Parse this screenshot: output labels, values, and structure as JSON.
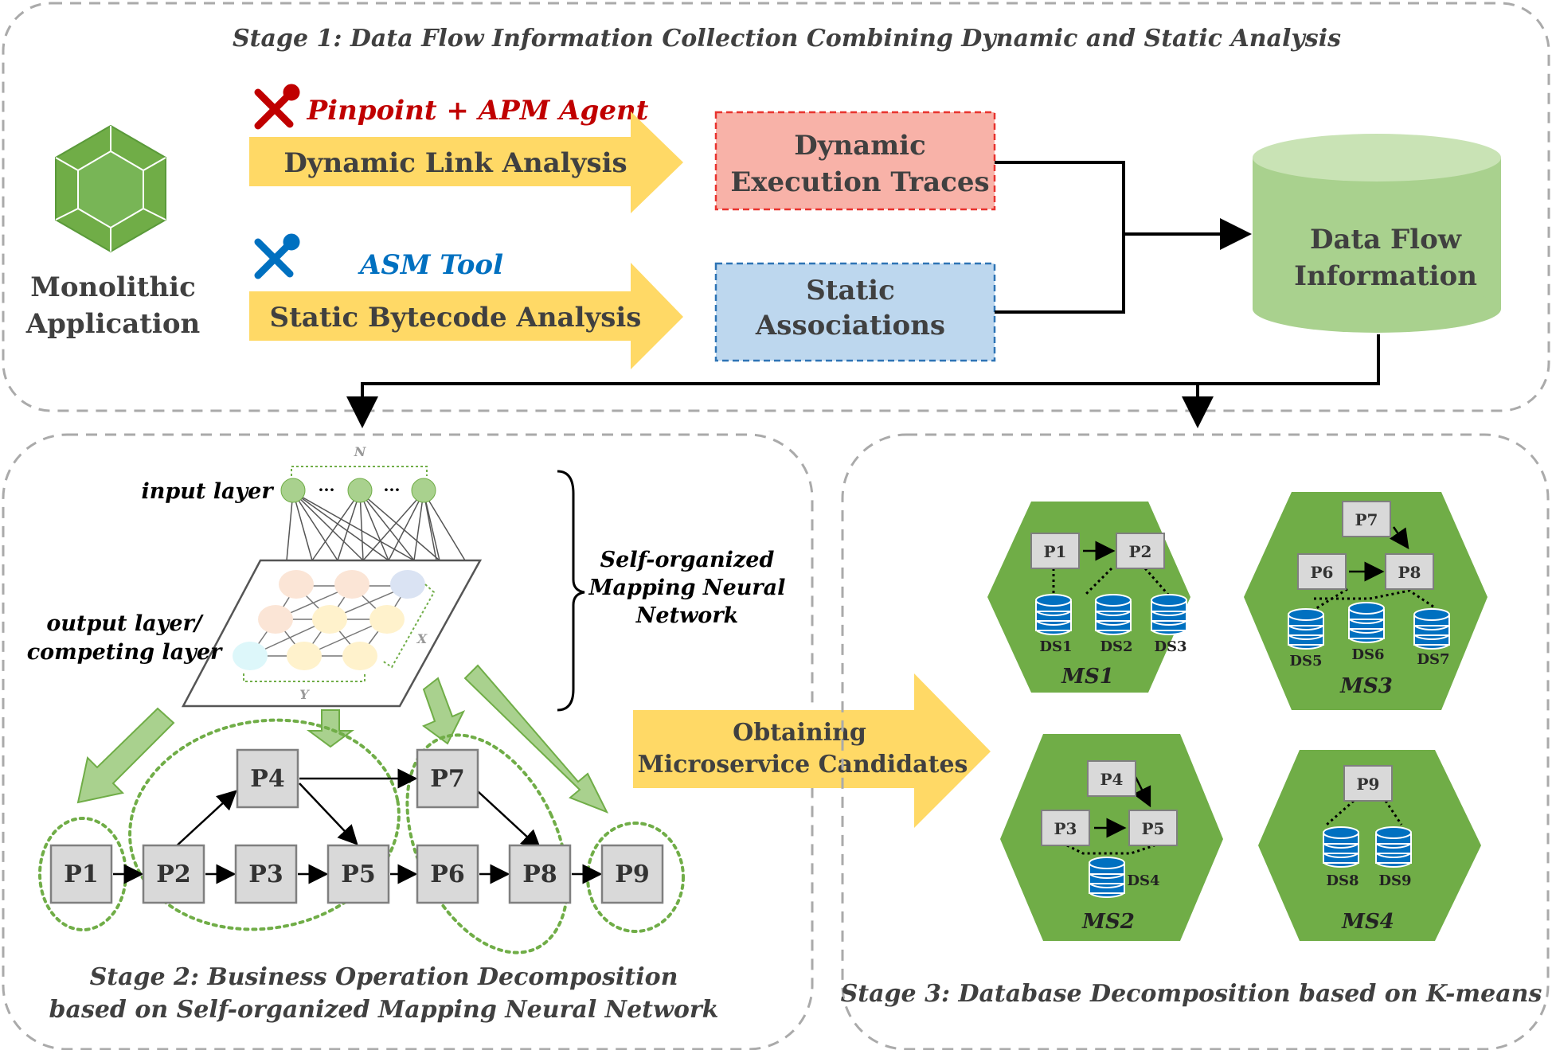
{
  "stage1": {
    "title": "Stage 1: Data Flow Information Collection Combining Dynamic and Static Analysis",
    "monolith_line1": "Monolithic",
    "monolith_line2": "Application",
    "dynamic_tool": "Pinpoint + APM Agent",
    "dynamic_arrow": "Dynamic Link Analysis",
    "static_tool": "ASM Tool",
    "static_arrow": "Static Bytecode Analysis",
    "dynamic_box_line1": "Dynamic",
    "dynamic_box_line2": "Execution Traces",
    "static_box_line1": "Static",
    "static_box_line2": "Associations",
    "db_line1": "Data Flow",
    "db_line2": "Information"
  },
  "stage2": {
    "title_line1": "Stage 2: Business Operation Decomposition",
    "title_line2": "based on Self-organized Mapping Neural Network",
    "input_layer": "input layer",
    "output_layer_line1": "output layer/",
    "output_layer_line2": "competing layer",
    "som_line1": "Self-organized",
    "som_line2": "Mapping Neural",
    "som_line3": "Network",
    "dots": "···",
    "n_label": "N",
    "x_label": "X",
    "y_label": "Y",
    "ops": [
      "P1",
      "P2",
      "P3",
      "P4",
      "P5",
      "P6",
      "P7",
      "P8",
      "P9"
    ]
  },
  "middle_arrow": {
    "line1": "Obtaining",
    "line2": "Microservice Candidates"
  },
  "stage3": {
    "title": "Stage 3: Database Decomposition based on K-means",
    "ms1": {
      "label": "MS1",
      "ops": [
        "P1",
        "P2"
      ],
      "ds": [
        "DS1",
        "DS2",
        "DS3"
      ]
    },
    "ms3": {
      "label": "MS3",
      "ops": [
        "P7",
        "P6",
        "P8"
      ],
      "ds": [
        "DS5",
        "DS6",
        "DS7"
      ]
    },
    "ms2": {
      "label": "MS2",
      "ops": [
        "P4",
        "P3",
        "P5"
      ],
      "ds": [
        "DS4"
      ]
    },
    "ms4": {
      "label": "MS4",
      "ops": [
        "P9"
      ],
      "ds": [
        "DS8",
        "DS9"
      ]
    }
  },
  "colors": {
    "yellow_arrow": "#ffd966",
    "dynamic_fill": "#f8b2a8",
    "dynamic_border": "#e8332e",
    "static_fill": "#bdd7ee",
    "static_border": "#2e74b5",
    "db_green": "#a9d18e",
    "hex_green": "#70ad47",
    "tool_red": "#c00000",
    "tool_blue": "#0070c0",
    "ds_blue": "#0070c0"
  }
}
